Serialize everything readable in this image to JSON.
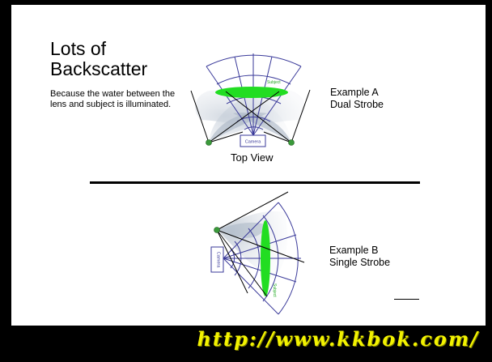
{
  "slide": {
    "title_line1": "Lots of",
    "title_line2": "Backscatter",
    "description": "Because the water between the lens and subject is illuminated."
  },
  "example_a": {
    "line1": "Example A",
    "line2": "Dual Strobe",
    "view_label": "Top View",
    "camera_label": "Camera",
    "subject_label": "Subject"
  },
  "example_b": {
    "line1": "Example B",
    "line2": "Single Strobe",
    "camera_label": "Camera",
    "subject_label": "Subject"
  },
  "watermark": "http://www.kkbok.com/",
  "colors": {
    "arc": "#3a3a9a",
    "subject": "#22dd22",
    "strobe": "#3a9a3a",
    "light_fill": "#b8c4d0"
  }
}
